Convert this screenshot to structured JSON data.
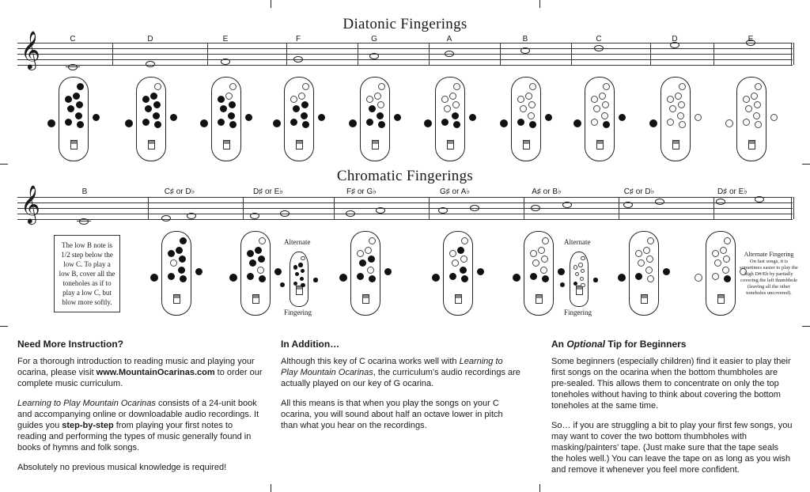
{
  "diatonic": {
    "title": "Diatonic Fingerings",
    "notes": [
      "C",
      "D",
      "E",
      "F",
      "G",
      "A",
      "B",
      "C",
      "D",
      "E"
    ]
  },
  "chromatic": {
    "title": "Chromatic Fingerings",
    "notes": [
      "B",
      "C♯ or D♭",
      "D♯ or E♭",
      "F♯ or G♭",
      "G♯ or A♭",
      "A♯ or B♭",
      "C♯ or D♭",
      "D♯ or E♭"
    ],
    "low_b_note": "The low B note is 1/2 step below the low C. To play a low B, cover all the toneholes as if to play a low C, but blow more softly.",
    "alternate_label": "Alternate",
    "fingering_label": "Fingering",
    "alt_fingering_title": "Alternate Fingering",
    "alt_fingering_text": "On fast songs, it is sometimes easier to play the high D#/Eb by partially covering the left thumbhole (leaving all the other toneholes uncovered)."
  },
  "col1": {
    "heading": "Need More Instruction?",
    "p1_a": "For a thorough introduction to reading music and playing your ocarina, please visit ",
    "p1_link": "www.MountainOcarinas.com",
    "p1_b": " to order our complete music curriculum.",
    "p2_title": "Learning to Play Mountain Ocarinas",
    "p2_a": " consists of a 24-unit book and accompanying online or downloadable audio recordings. It guides you ",
    "p2_bold": "step-by-step",
    "p2_b": " from playing your first notes to reading and performing the types of music generally found in books of hymns and folk songs.",
    "p3": "Absolutely no previous musical knowledge is required!"
  },
  "col2": {
    "heading": "In Addition…",
    "p1_a": "Although this key of C ocarina works well with ",
    "p1_title": "Learning to Play Mountain Ocarinas",
    "p1_b": ", the curriculum's audio recordings are actually played on our key of G ocarina.",
    "p2": "All this means is that when you play the songs on your C ocarina, you will sound about half an octave lower in pitch than what you hear on the recordings."
  },
  "col3": {
    "heading_a": "An ",
    "heading_italic": "Optional",
    "heading_b": " Tip for Beginners",
    "p1": "Some beginners (especially children) find it easier to play their first songs on the ocarina when the bottom thumbholes are pre-sealed. This allows them to concentrate on only the top toneholes without having to think about covering the bottom toneholes at the same time.",
    "p2": "So… if you are struggling a bit to play your first few songs, you may want to cover the two bottom thumbholes with masking/painters' tape. (Just make sure that the tape seals the holes well.) You can leave the tape on as long as you wish and remove it whenever you feel more confident."
  }
}
